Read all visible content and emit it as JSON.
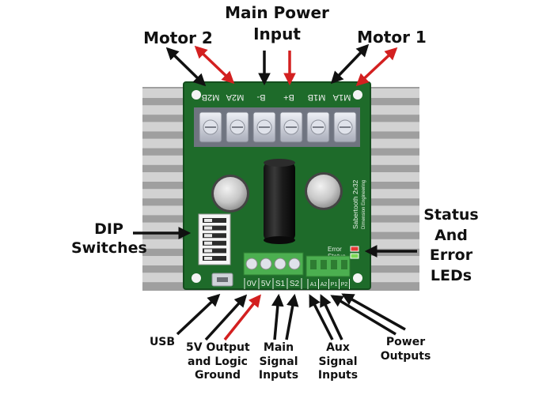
{
  "labels": {
    "motor2": "Motor 2",
    "main_power_1": "Main Power",
    "main_power_2": "Input",
    "motor1": "Motor 1",
    "dip_1": "DIP",
    "dip_2": "Switches",
    "status_1": "Status",
    "status_2": "And",
    "status_3": "Error",
    "status_4": "LEDs",
    "usb": "USB",
    "fivev_1": "5V Output",
    "fivev_2": "and Logic",
    "fivev_3": "Ground",
    "main_sig_1": "Main",
    "main_sig_2": "Signal",
    "main_sig_3": "Inputs",
    "aux_sig_1": "Aux",
    "aux_sig_2": "Signal",
    "aux_sig_3": "Inputs",
    "power_out_1": "Power",
    "power_out_2": "Outputs"
  },
  "board": {
    "terminal_labels": [
      "M2B",
      "M2A",
      "B-",
      "B+",
      "M1B",
      "M1A"
    ],
    "model_line1": "Sabertooth 2x32",
    "model_line2": "Dimension Engineering",
    "error_label": "Error",
    "status_label": "Status",
    "signal_pins": [
      "0V",
      "5V",
      "S1",
      "S2"
    ],
    "aux_pins": [
      "A1",
      "A2",
      "P1",
      "P2"
    ]
  },
  "colors": {
    "pcb": "#1e6b2a",
    "heatsink": "#b8b8b8",
    "terminal_green": "#4caf50",
    "arrow_black": "#111111",
    "arrow_red": "#d32020",
    "error_led": "#e53935",
    "status_led": "#7ed957"
  }
}
